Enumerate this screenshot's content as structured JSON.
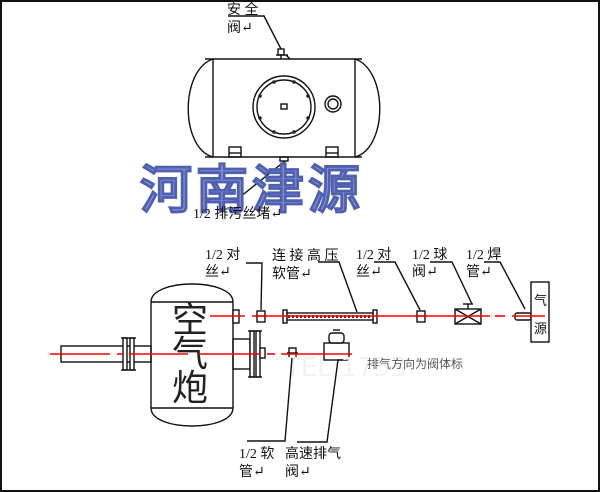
{
  "diagram": {
    "watermark": "河南津源",
    "watermark_colors": {
      "fill": "#8a98e0",
      "stroke": "#5060b0"
    },
    "tel_watermark": "TEL:1753",
    "centerline_color": "#ff0000",
    "top_tank": {
      "labels": {
        "safety_valve_line1": "安 全",
        "safety_valve_line2": "阀↵",
        "drain_plug": "1/2 排污丝堵↵"
      }
    },
    "vessel": {
      "label_chars": [
        "空",
        "气",
        "炮"
      ]
    },
    "air_source": {
      "label_chars": [
        "气",
        "源"
      ]
    },
    "labels": {
      "union_left_line1": "1/2  对",
      "union_left_line2": "丝↵",
      "hose_line1": "连 接 高 压",
      "hose_line2": "软管↵",
      "union_right_line1": "1/2  对",
      "union_right_line2": "丝↵",
      "ball_valve_line1": "1/2  球",
      "ball_valve_line2": "阀↵",
      "weld_pipe_line1": "1/2  焊",
      "weld_pipe_line2": "管↵",
      "soft_pipe_line1": "1/2  软",
      "soft_pipe_line2": "管↵",
      "exhaust_valve_line1": "高速排气",
      "exhaust_valve_line2": "阀↵",
      "exhaust_note": "排气方向为阀体标"
    }
  }
}
